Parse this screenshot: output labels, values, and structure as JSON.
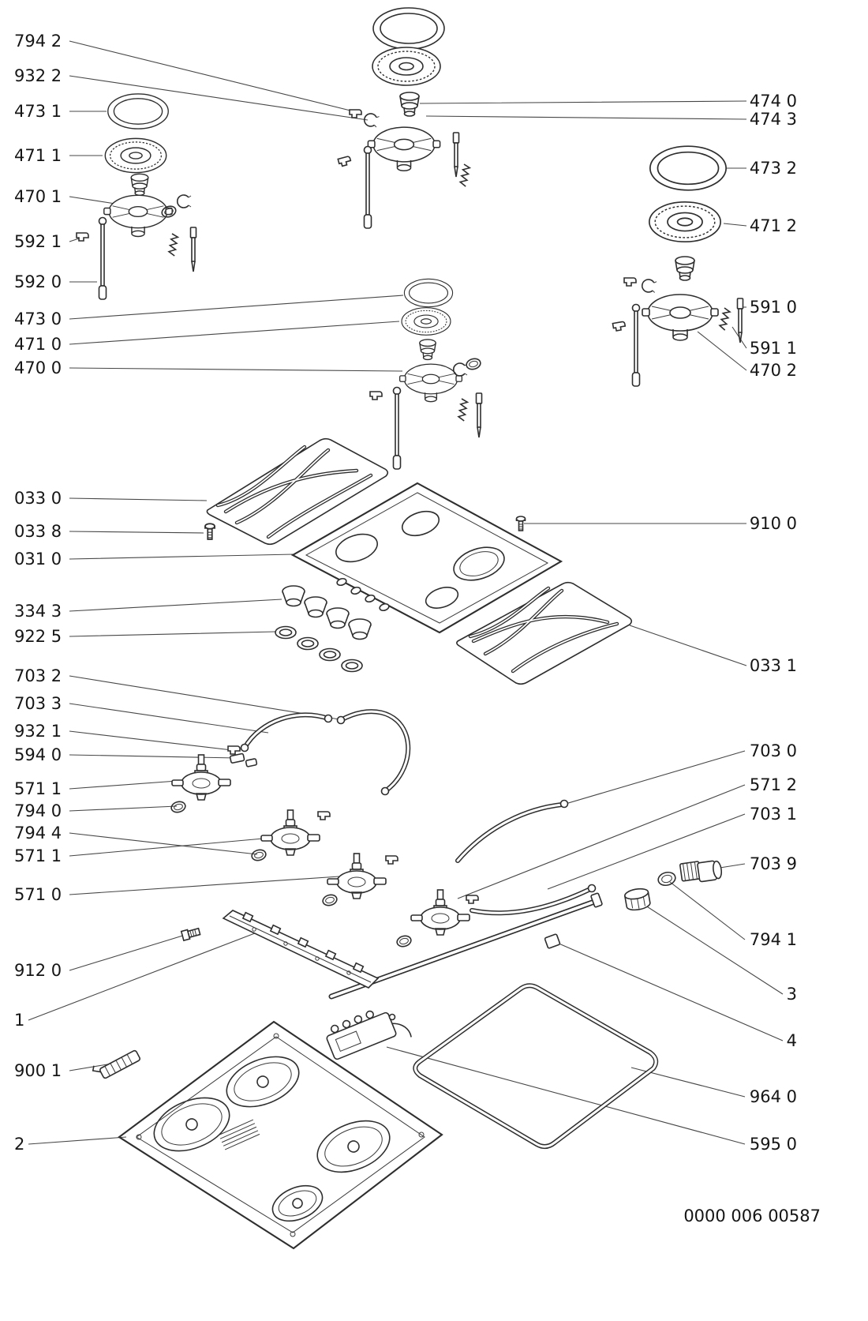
{
  "diagram": {
    "code": "0000 006 00587",
    "ink_color": "#2e2e2e",
    "callouts_left": [
      "794 2",
      "932 2",
      "473 1",
      "471 1",
      "470 1",
      "592 1",
      "592 0",
      "473 0",
      "471 0",
      "470 0",
      "033 0",
      "033 8",
      "031 0",
      "334 3",
      "922 5",
      "703 2",
      "703 3",
      "932 1",
      "594 0",
      "571 1",
      "794 0",
      "794 4",
      "571 1",
      "571 0",
      "912 0",
      "1",
      "900 1",
      "2"
    ],
    "callouts_right": [
      "474 0",
      "474 3",
      "473 2",
      "471 2",
      "591 0",
      "591 1",
      "470 2",
      "910 0",
      "033 1",
      "703 0",
      "571 2",
      "703 1",
      "703 9",
      "794 1",
      "3",
      "4",
      "964 0",
      "595 0"
    ]
  }
}
